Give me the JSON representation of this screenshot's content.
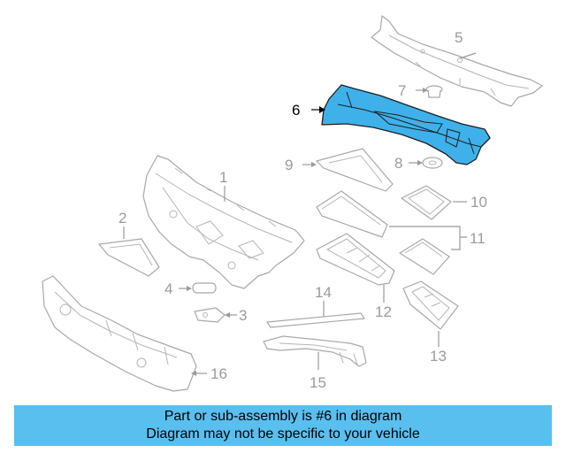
{
  "callouts": {
    "c1": "1",
    "c2": "2",
    "c3": "3",
    "c4": "4",
    "c5": "5",
    "c6": "6",
    "c7": "7",
    "c8": "8",
    "c9": "9",
    "c10": "10",
    "c11": "11",
    "c12": "12",
    "c13": "13",
    "c14": "14",
    "c15": "15",
    "c16": "16"
  },
  "highlight_part": "6",
  "colors": {
    "highlight": "#3fb1ea",
    "banner": "#59bfef",
    "line_art": "#a8a8a8"
  },
  "banner": {
    "line1": "Part or sub-assembly is #6 in diagram",
    "line2": "Diagram may not be specific to your vehicle"
  }
}
